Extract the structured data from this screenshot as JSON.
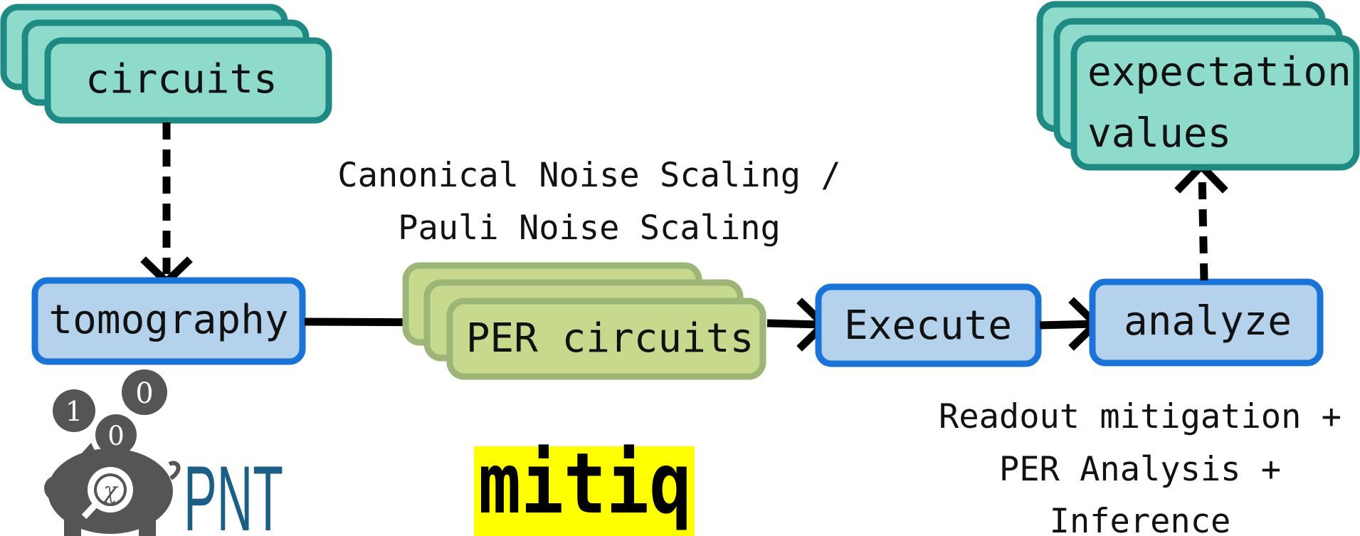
{
  "colors": {
    "teal_fill": "#8fdbcb",
    "teal_stroke": "#1f8a84",
    "blue_fill": "#b4d2ec",
    "blue_stroke": "#1a73d6",
    "green_fill": "#c7d98c",
    "green_stroke": "#9db576",
    "arrow": "#000000",
    "mitiq_bg": "#ffff00",
    "pnt_blue": "#1b5e86",
    "pig_gray": "#555555"
  },
  "nodes": {
    "circuits": "circuits",
    "tomography": "tomography",
    "per_circuits": "PER circuits",
    "execute": "Execute",
    "analyze": "analyze",
    "expectation_line1": "expectation",
    "expectation_line2": "values"
  },
  "notes": {
    "scaling_line1": "Canonical Noise Scaling /",
    "scaling_line2": "Pauli Noise Scaling",
    "analysis_line1": "Readout mitigation +",
    "analysis_line2": "PER Analysis +",
    "analysis_line3": "Inference"
  },
  "logos": {
    "pnt_text": "PNT",
    "mitiq_text": "mitiq",
    "coin_top": "0",
    "coin_left": "1",
    "coin_mid": "0",
    "pig_symbol": "χ"
  }
}
